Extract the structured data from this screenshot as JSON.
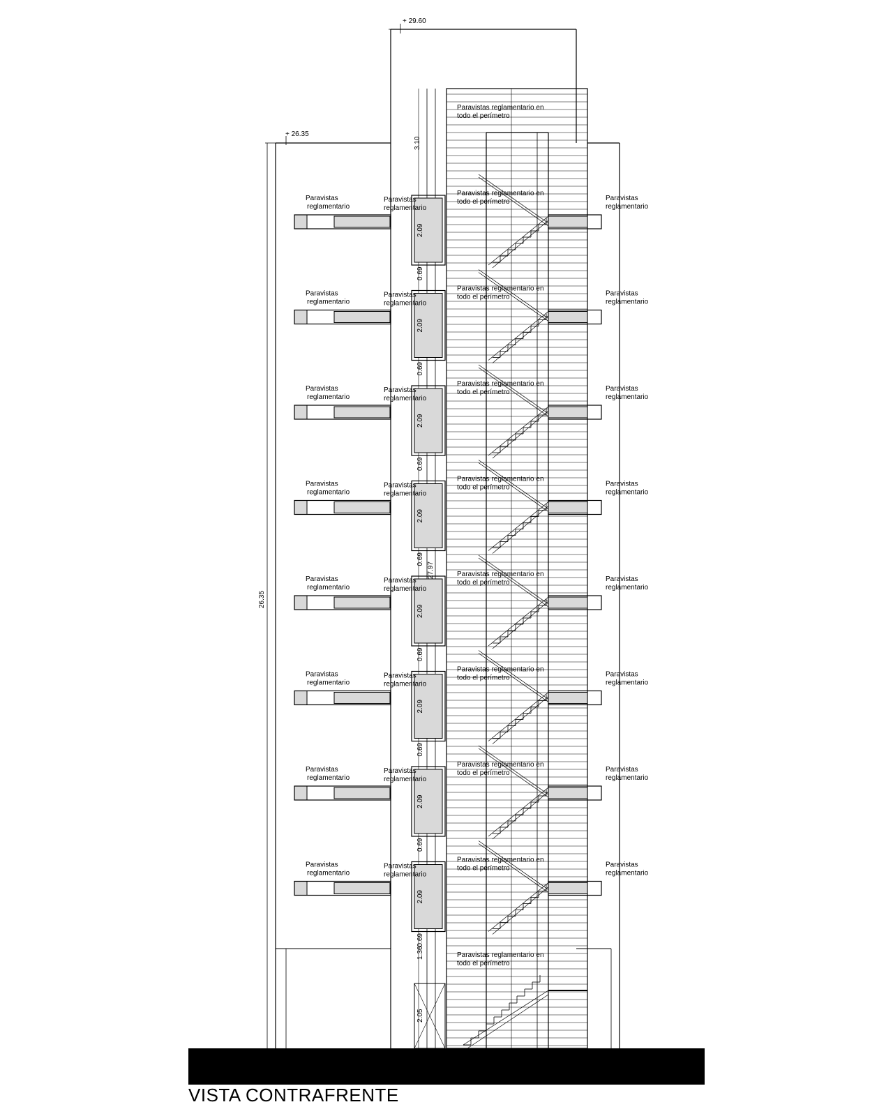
{
  "title": "VISTA CONTRAFRENTE",
  "levels": {
    "top": "+ 29.60",
    "roof": "+ 26.35"
  },
  "dimensions": {
    "total_height": "26.35",
    "stair_height": "27.97",
    "top_segment": "3.10",
    "window_height": "2.09",
    "gap": "0.69",
    "ground_gap": "1.36",
    "door_height": "2.05"
  },
  "labels": {
    "paravistas_line1": "Paravistas",
    "paravistas_line2": "reglamentario",
    "perimeter_line1": "Paravistas reglamentario en",
    "perimeter_line2": "todo el perímetro"
  },
  "floor_count": 8
}
